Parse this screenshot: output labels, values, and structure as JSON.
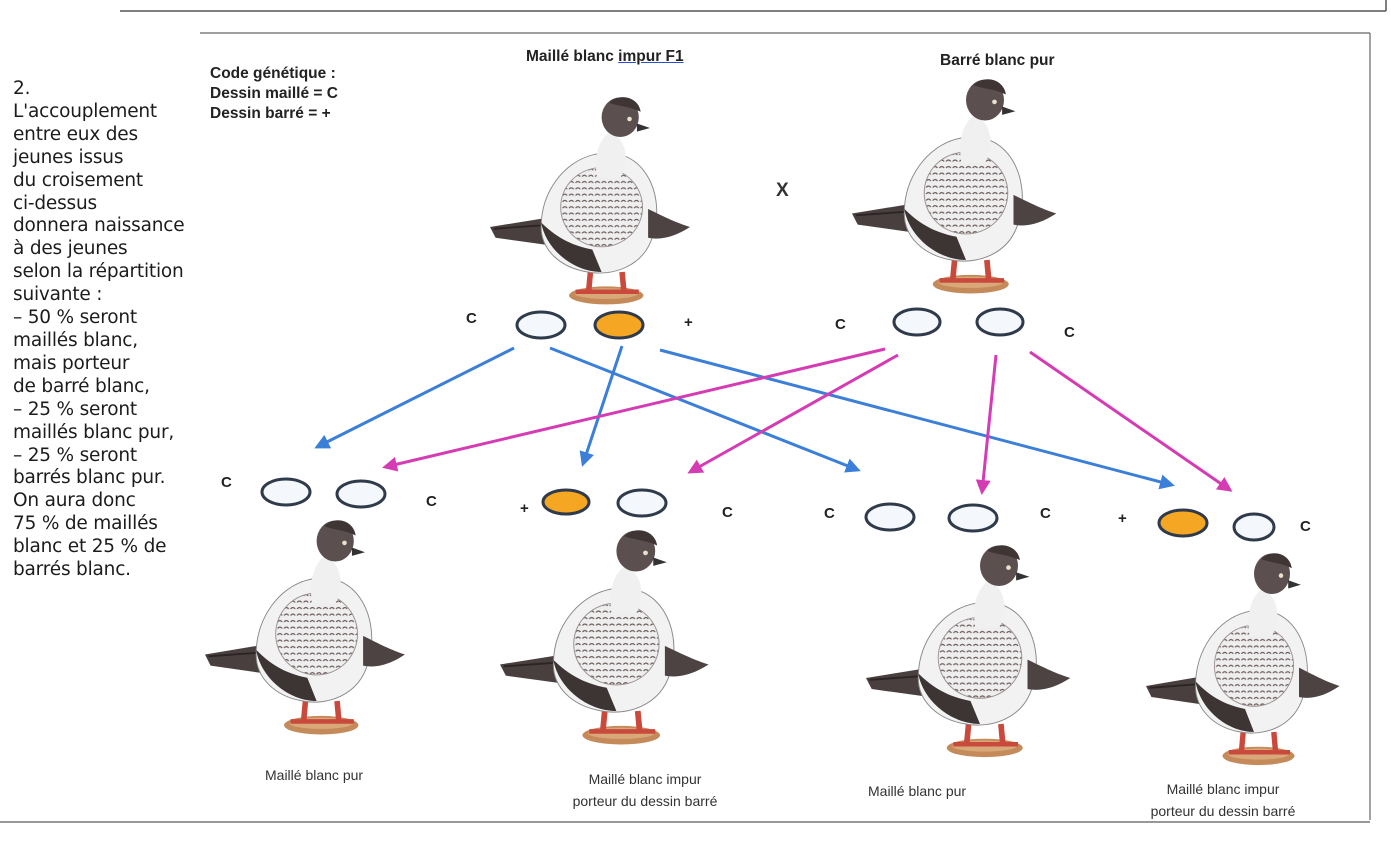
{
  "side_text": {
    "lines": [
      "2.",
      "L'accouplement",
      "entre eux des",
      "jeunes issus",
      "du croisement",
      "ci-dessus",
      "donnera naissance",
      "à des jeunes",
      "selon la répartition",
      "suivante :",
      "– 50 % seront",
      "maillés blanc,",
      "mais porteur",
      "de barré blanc,",
      "– 25 % seront",
      "maillés blanc pur,",
      "– 25 % seront",
      "barrés blanc pur.",
      "On aura donc",
      "75 % de maillés",
      "blanc et 25 % de",
      "barrés blanc."
    ]
  },
  "genetic_code": {
    "heading": "Code génétique :",
    "line1": "Dessin maillé = C",
    "line2": "Dessin barré = +"
  },
  "parents": {
    "left_title_main": "Maillé blanc ",
    "left_title_underlined": "impur  F1",
    "right_title": "Barré blanc pur",
    "cross_symbol": "X"
  },
  "alleles": {
    "parent_left": [
      "C",
      "+"
    ],
    "parent_right": [
      "C",
      "C"
    ],
    "child1": [
      "C",
      "C"
    ],
    "child2": [
      "+",
      "C"
    ],
    "child3": [
      "C",
      "C"
    ],
    "child4": [
      "+",
      "C"
    ]
  },
  "captions": {
    "child1": "Maillé blanc pur",
    "child2_l1": "Maillé blanc impur",
    "child2_l2": "porteur du dessin barré",
    "child3": "Maillé blanc pur",
    "child4_l1": "Maillé blanc impur",
    "child4_l2": "porteur du dessin barré"
  },
  "colors": {
    "blue_arrow": "#3b7fd8",
    "magenta_arrow": "#d53cb4",
    "orange_allele": "#f5a623",
    "white_allele": "#f4f7fb"
  }
}
